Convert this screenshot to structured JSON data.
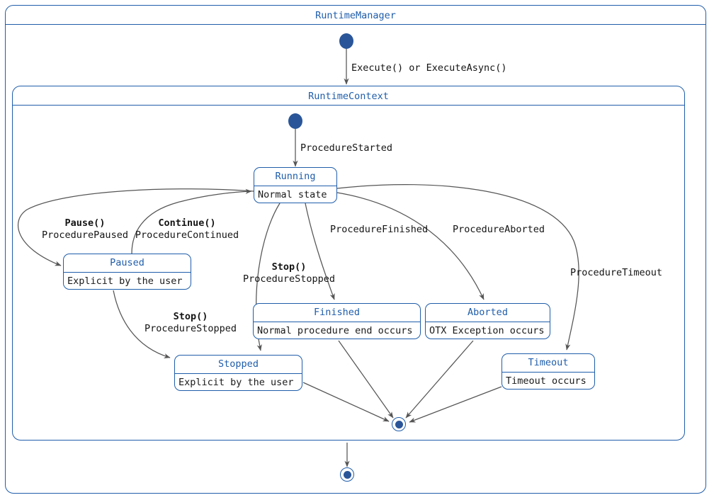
{
  "diagram": {
    "type": "uml-state-machine",
    "background": "#ffffff",
    "accent_color": "#1f5daa",
    "node_fill_color": "#2a5699",
    "edge_color": "#555555",
    "text_color": "#141414"
  },
  "outer_container": {
    "title": "RuntimeManager"
  },
  "inner_container": {
    "title": "RuntimeContext"
  },
  "transitions": {
    "execute": {
      "part1": "Execute()",
      "part2": " or ",
      "part3": "ExecuteAsync()"
    },
    "procedure_started": "ProcedureStarted",
    "pause": {
      "trigger": "Pause()",
      "event": "ProcedurePaused"
    },
    "continue": {
      "trigger": "Continue()",
      "event": "ProcedureContinued"
    },
    "stop_from_running": {
      "trigger": "Stop()",
      "event": "ProcedureStopped"
    },
    "stop_from_paused": {
      "trigger": "Stop()",
      "event": "ProcedureStopped"
    },
    "procedure_finished": "ProcedureFinished",
    "procedure_aborted": "ProcedureAborted",
    "procedure_timeout": "ProcedureTimeout"
  },
  "states": [
    {
      "id": "running",
      "name": "Running",
      "description": "Normal state"
    },
    {
      "id": "paused",
      "name": "Paused",
      "description": "Explicit by the user"
    },
    {
      "id": "stopped",
      "name": "Stopped",
      "description": "Explicit by the user"
    },
    {
      "id": "finished",
      "name": "Finished",
      "description": "Normal procedure end occurs"
    },
    {
      "id": "aborted",
      "name": "Aborted",
      "description": "OTX Exception occurs"
    },
    {
      "id": "timeout",
      "name": "Timeout",
      "description": "Timeout occurs"
    }
  ]
}
